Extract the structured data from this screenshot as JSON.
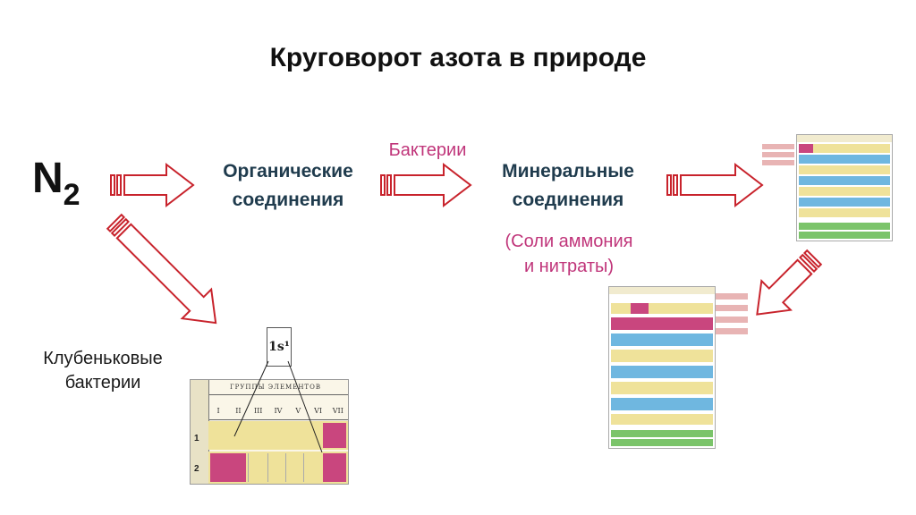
{
  "slide": {
    "title": "Круговорот азота в природе",
    "n2": {
      "base": "N",
      "subscript": "2"
    },
    "organic": {
      "line1": "Органические",
      "line2": "соединения"
    },
    "bacteria_label": "Бактерии",
    "mineral": {
      "line1": "Минеральные",
      "line2": "соединения"
    },
    "salts": {
      "line1": "(Соли аммония",
      "line2": "и нитраты)"
    },
    "nodule": {
      "line1": "Клубеньковые",
      "line2": "бактерии"
    }
  },
  "periodic_table_crop": {
    "header": "ГРУППЫ ЭЛЕМЕНТОВ",
    "group_numerals": [
      "I",
      "II",
      "III",
      "IV",
      "V",
      "VI",
      "VII"
    ],
    "callout": "1s¹",
    "row_numbers": [
      "1",
      "2"
    ],
    "row_colors": {
      "s_block": "#c9467e",
      "p_block": "#e7d47a",
      "d_block": "#6fb7e0",
      "f_block": "#7bc46a"
    }
  },
  "colors": {
    "arrow_fill": "#ffffff",
    "arrow_stroke": "#c8232c",
    "dark_text": "#1f3b4d",
    "accent_text": "#c0357a"
  }
}
